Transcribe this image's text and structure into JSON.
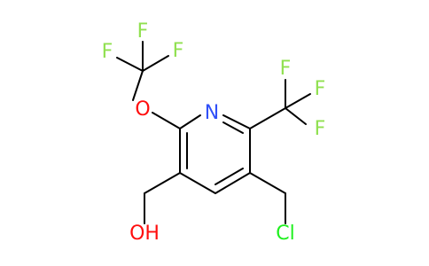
{
  "molecule": {
    "atoms": {
      "nitrogen": "N",
      "ether_oxygen": "O",
      "fluorine_ocf3_left": "F",
      "fluorine_ocf3_top": "F",
      "fluorine_ocf3_right": "F",
      "fluorine_cf3_top": "F",
      "fluorine_cf3_right": "F",
      "fluorine_cf3_bottom": "F",
      "hydroxyl": "OH",
      "chlorine": "Cl"
    },
    "colors": {
      "bond": "#000000",
      "carbon": "#000000",
      "nitrogen": "#3050F8",
      "oxygen": "#FF0D0D",
      "fluorine": "#90E050",
      "chlorine": "#1FF01F"
    }
  }
}
